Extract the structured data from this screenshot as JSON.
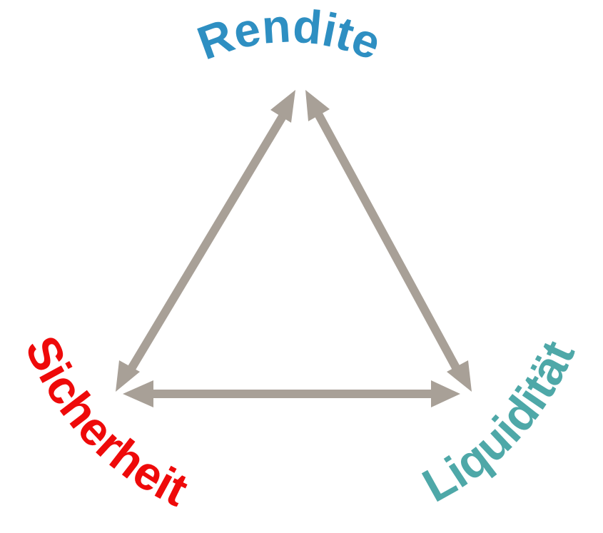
{
  "diagram": {
    "labels": {
      "top": "Rendite",
      "left": "Sicherheit",
      "right": "Liquidität"
    },
    "colors": {
      "top": "#2e8fc2",
      "left": "#ee0a0a",
      "right": "#4ea8a8",
      "arrows": "#a8a097"
    }
  }
}
